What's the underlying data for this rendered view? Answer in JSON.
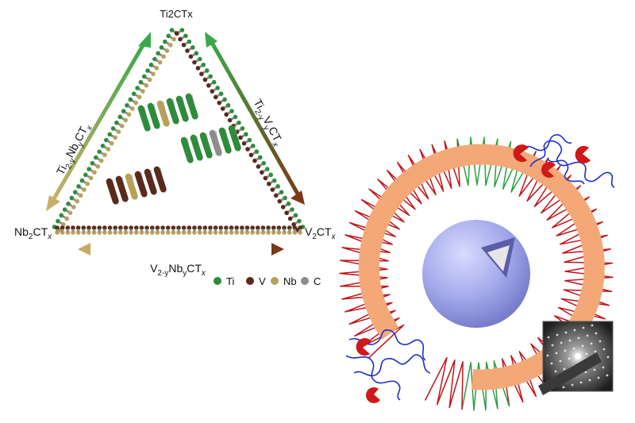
{
  "left_panel": {
    "top_label": "Ti2CTx",
    "left_side_label": {
      "base": "Ti",
      "sub1": "2-y",
      "mid": "Nb",
      "sub2": "y",
      "tail": "CT",
      "sub3": "x"
    },
    "right_side_label": {
      "base": "Ti",
      "sub1": "2-y",
      "mid": "V",
      "sub2": "y",
      "tail": "CT",
      "sub3": "x"
    },
    "bottom_axis_label": {
      "base": "V",
      "sub1": "2-y",
      "mid": "Nb",
      "sub2": "y",
      "tail": "CT",
      "sub3": "x"
    },
    "left_corner_label": {
      "base": "Nb",
      "sub1": "2",
      "tail": "CT",
      "sub2": "x"
    },
    "right_corner_label": {
      "base": "V",
      "sub1": "2",
      "tail": "CT",
      "sub2": "x"
    },
    "legend": [
      {
        "name": "Ti",
        "color": "#2e8b3a"
      },
      {
        "name": "V",
        "color": "#5a2a1a"
      },
      {
        "name": "Nb",
        "color": "#b8a05a"
      },
      {
        "name": "C",
        "color": "#8c8c8c"
      }
    ]
  },
  "right_panel": {
    "ring_color": "#f4a878",
    "sphere_color": "#9ea3e6",
    "chain_red": "#c0141a",
    "chain_green": "#2aa040",
    "chain_blue": "#1a2fc8",
    "inset_pattern": "electron-diffraction-pattern"
  }
}
